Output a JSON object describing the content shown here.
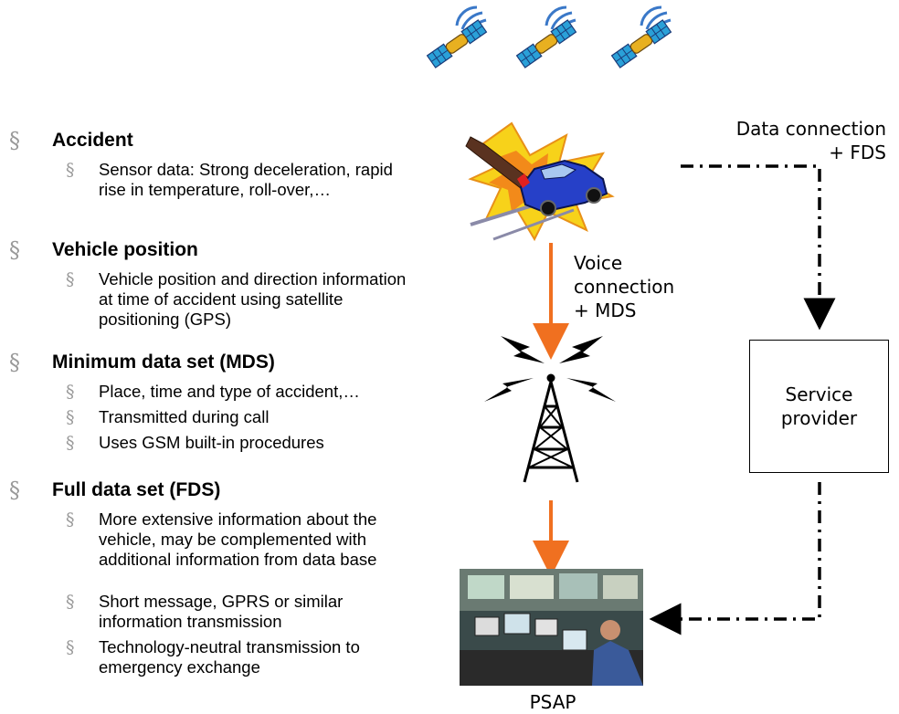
{
  "list": [
    {
      "heading": "Accident",
      "items": [
        "Sensor data: Strong deceleration, rapid rise in temperature, roll-over,…"
      ]
    },
    {
      "heading": "Vehicle position",
      "items": [
        "Vehicle position and direction information at time of accident using satellite positioning (GPS)"
      ]
    },
    {
      "heading": "Minimum data set (MDS)",
      "items": [
        "Place, time and type of accident,…",
        "Transmitted during call",
        "Uses GSM built-in procedures"
      ]
    },
    {
      "heading": "Full data set (FDS)",
      "items": [
        "More extensive information about the vehicle, may  be complemented with additional information from data base",
        "Short message, GPRS or similar information transmission",
        "Technology-neutral transmission to emergency exchange"
      ]
    }
  ],
  "bullet_glyph": "§",
  "diagram": {
    "data_connection_line1": "Data connection",
    "data_connection_line2": "+ FDS",
    "voice_line1": "Voice",
    "voice_line2": "connection",
    "voice_line3": "+ MDS",
    "service_line1": "Service",
    "service_line2": "provider",
    "psap_label": "PSAP",
    "colors": {
      "voice_arrow": "#f07020",
      "data_line": "#000000"
    },
    "icons": [
      "satellite-icon",
      "car-crash-icon",
      "radio-tower-icon",
      "psap-control-room-image"
    ]
  }
}
